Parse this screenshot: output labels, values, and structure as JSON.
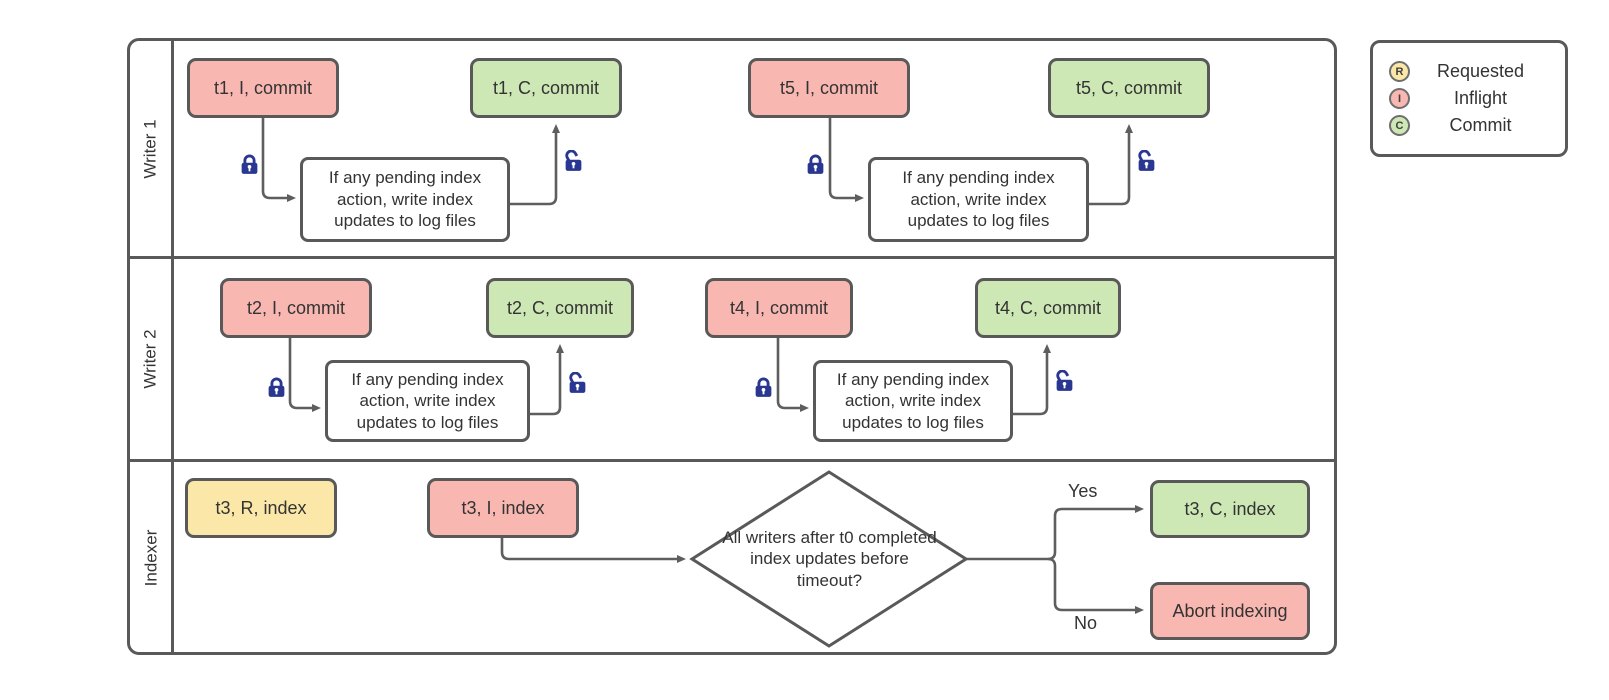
{
  "colors": {
    "inflight_fill": "#F9B7B1",
    "commit_fill": "#CDE8B5",
    "requested_fill": "#FBE8A8",
    "shape_stroke": "#595959",
    "connector": "#5E5E5E",
    "lock": "#2A3792",
    "text": "#333333"
  },
  "lanes": [
    {
      "label": "Writer 1"
    },
    {
      "label": "Writer 2"
    },
    {
      "label": "Indexer"
    }
  ],
  "process_note": "If any pending index action, write index updates to log files",
  "nodes": {
    "t1_inflight": "t1, I, commit",
    "t1_commit": "t1, C, commit",
    "t5_inflight": "t5, I, commit",
    "t5_commit": "t5, C, commit",
    "t2_inflight": "t2, I, commit",
    "t2_commit": "t2, C, commit",
    "t4_inflight": "t4, I, commit",
    "t4_commit": "t4, C, commit",
    "t3_requested": "t3, R, index",
    "t3_inflight": "t3, I, index",
    "t3_commit": "t3, C, index",
    "abort": "Abort indexing"
  },
  "decision": {
    "question": "All writers after t0 completed index updates before timeout?",
    "yes_label": "Yes",
    "no_label": "No"
  },
  "legend": {
    "items": [
      {
        "letter": "R",
        "label": "Requested",
        "color": "#FBE8A8"
      },
      {
        "letter": "I",
        "label": "Inflight",
        "color": "#F9B7B1"
      },
      {
        "letter": "C",
        "label": "Commit",
        "color": "#CDE8B5"
      }
    ]
  }
}
